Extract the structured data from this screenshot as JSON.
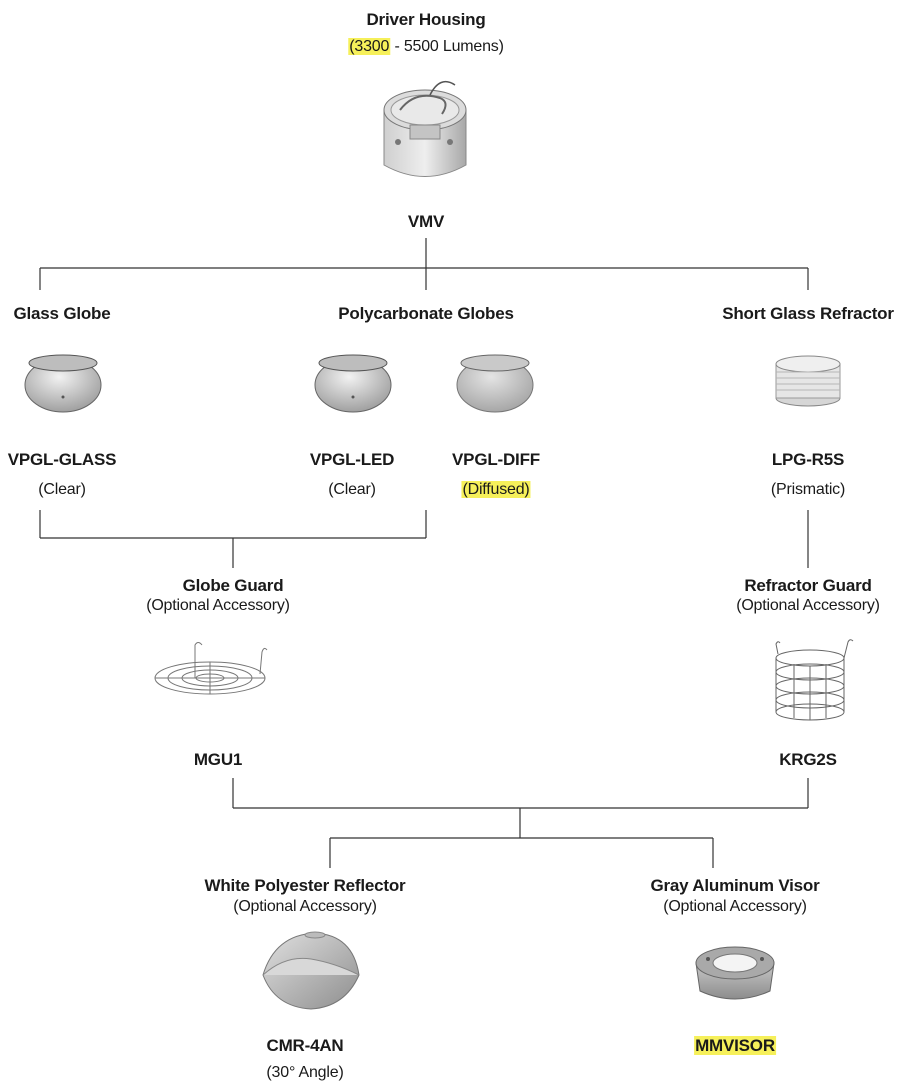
{
  "driver_housing": {
    "title": "Driver Housing",
    "lumens_low": "(3300",
    "lumens_rest": " - 5500 Lumens)",
    "code": "VMV"
  },
  "glass_globe": {
    "title": "Glass Globe",
    "code": "VPGL-GLASS",
    "desc": "(Clear)"
  },
  "polycarbonate": {
    "title": "Polycarbonate Globes",
    "led": {
      "code": "VPGL-LED",
      "desc": "(Clear)"
    },
    "diff": {
      "code": "VPGL-DIFF",
      "desc": "(Diffused)"
    }
  },
  "refractor": {
    "title": "Short Glass Refractor",
    "code": "LPG-R5S",
    "desc": "(Prismatic)"
  },
  "globe_guard": {
    "title": "Globe Guard",
    "desc": "(Optional Accessory)",
    "code": "MGU1"
  },
  "refractor_guard": {
    "title": "Refractor Guard",
    "desc": "(Optional Accessory)",
    "code": "KRG2S"
  },
  "reflector": {
    "title": "White Polyester Reflector",
    "desc": "(Optional Accessory)",
    "code": "CMR-4AN",
    "angle": "(30° Angle)"
  },
  "visor": {
    "title": "Gray Aluminum Visor",
    "desc": "(Optional Accessory)",
    "code": "MMVISOR"
  },
  "colors": {
    "highlight": "#f6f05a",
    "line": "#333333",
    "text": "#1a1a1a"
  }
}
